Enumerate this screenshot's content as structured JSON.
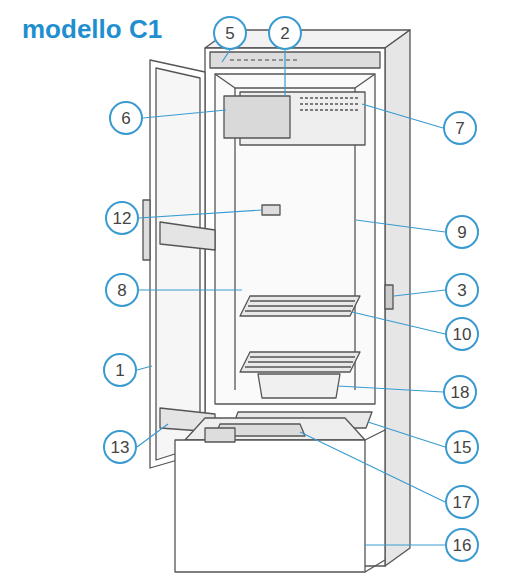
{
  "diagram": {
    "title": "modello C1",
    "nodes": [
      {
        "text": [
          "5"
        ]
      },
      {
        "text": [
          "2"
        ]
      },
      {
        "text": [
          "6"
        ]
      },
      {
        "text": [
          "7"
        ]
      },
      {
        "text": [
          "12"
        ]
      },
      {
        "text": [
          "9"
        ]
      },
      {
        "text": [
          "3"
        ]
      },
      {
        "text": [
          "8"
        ]
      },
      {
        "text": [
          "10"
        ]
      },
      {
        "text": [
          "1"
        ]
      },
      {
        "text": [
          "18"
        ]
      },
      {
        "text": [
          "15"
        ]
      },
      {
        "text": [
          "13"
        ]
      },
      {
        "text": [
          "17"
        ]
      },
      {
        "text": [
          "16"
        ]
      }
    ]
  }
}
